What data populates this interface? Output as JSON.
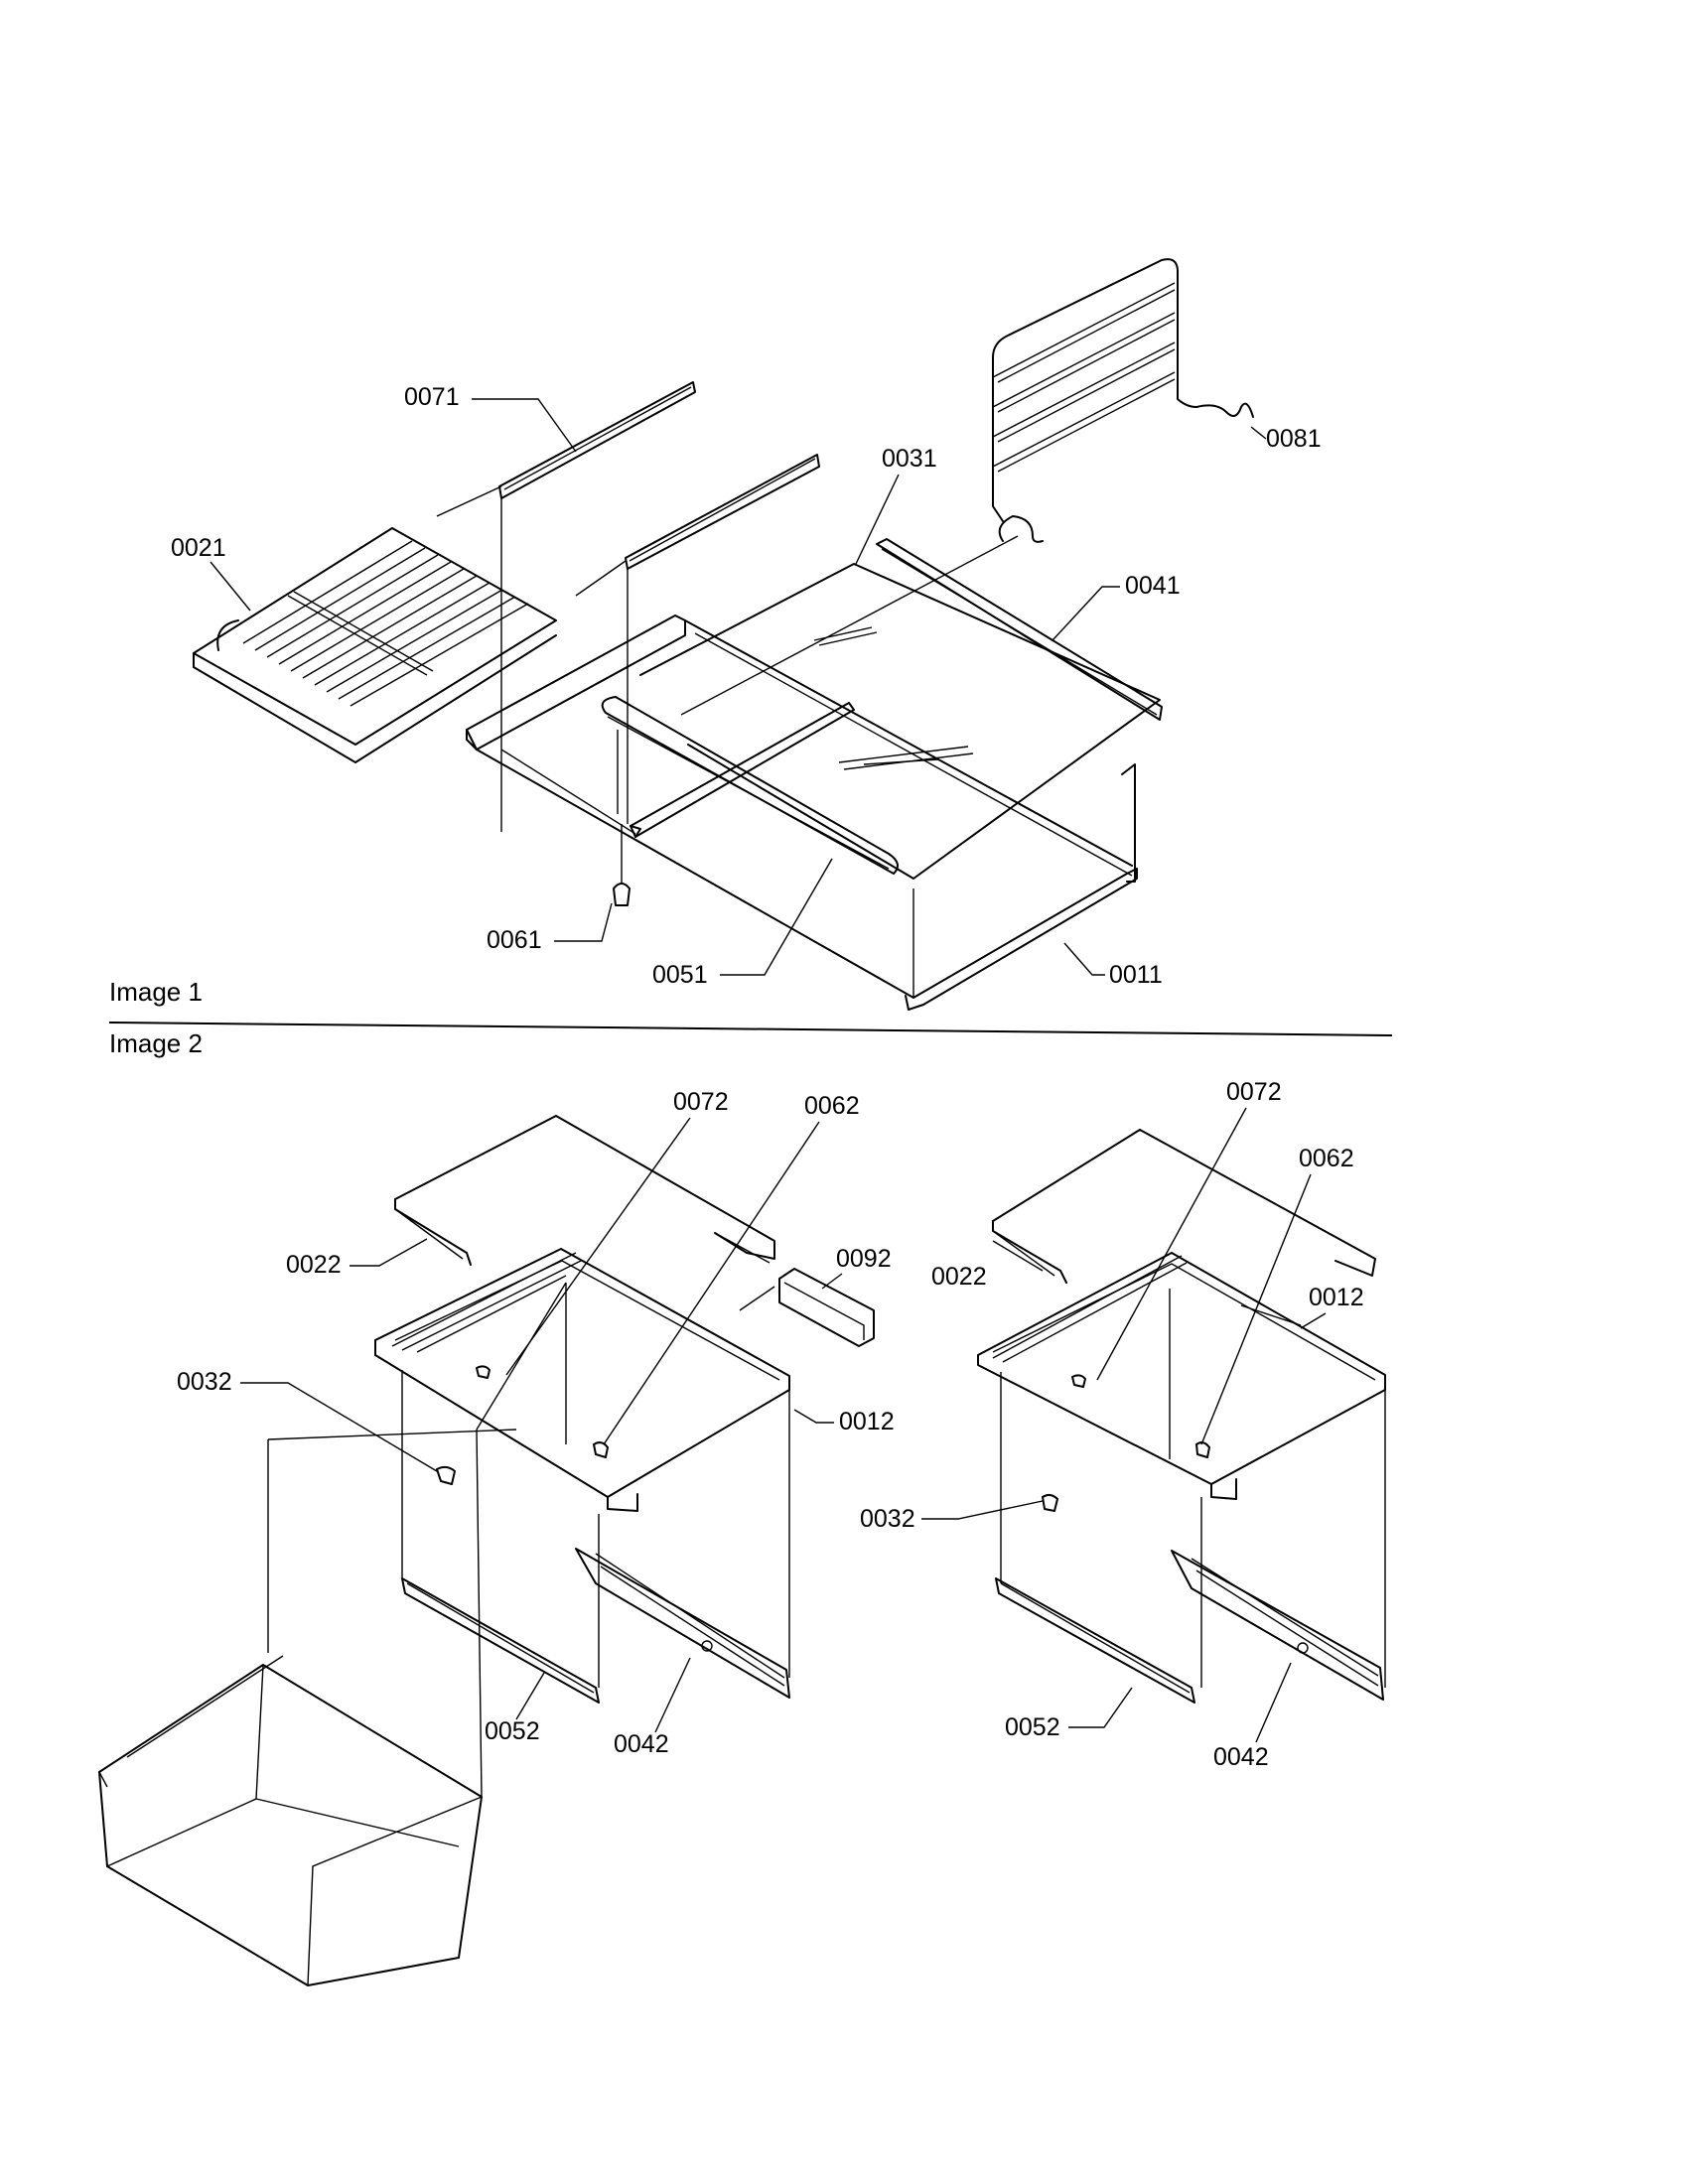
{
  "sections": {
    "image1": "Image 1",
    "image2": "Image 2"
  },
  "callouts": {
    "c0071": "0071",
    "c0081": "0081",
    "c0031": "0031",
    "c0021": "0021",
    "c0041": "0041",
    "c0061": "0061",
    "c0051": "0051",
    "c0011": "0011",
    "a0072": "0072",
    "a0062": "0062",
    "a0022": "0022",
    "a0092": "0092",
    "a0032": "0032",
    "a0012": "0012",
    "a0052": "0052",
    "a0042": "0042",
    "b0072": "0072",
    "b0062": "0062",
    "b0022": "0022",
    "b0012": "0012",
    "b0032": "0032",
    "b0052": "0052",
    "b0042": "0042"
  }
}
